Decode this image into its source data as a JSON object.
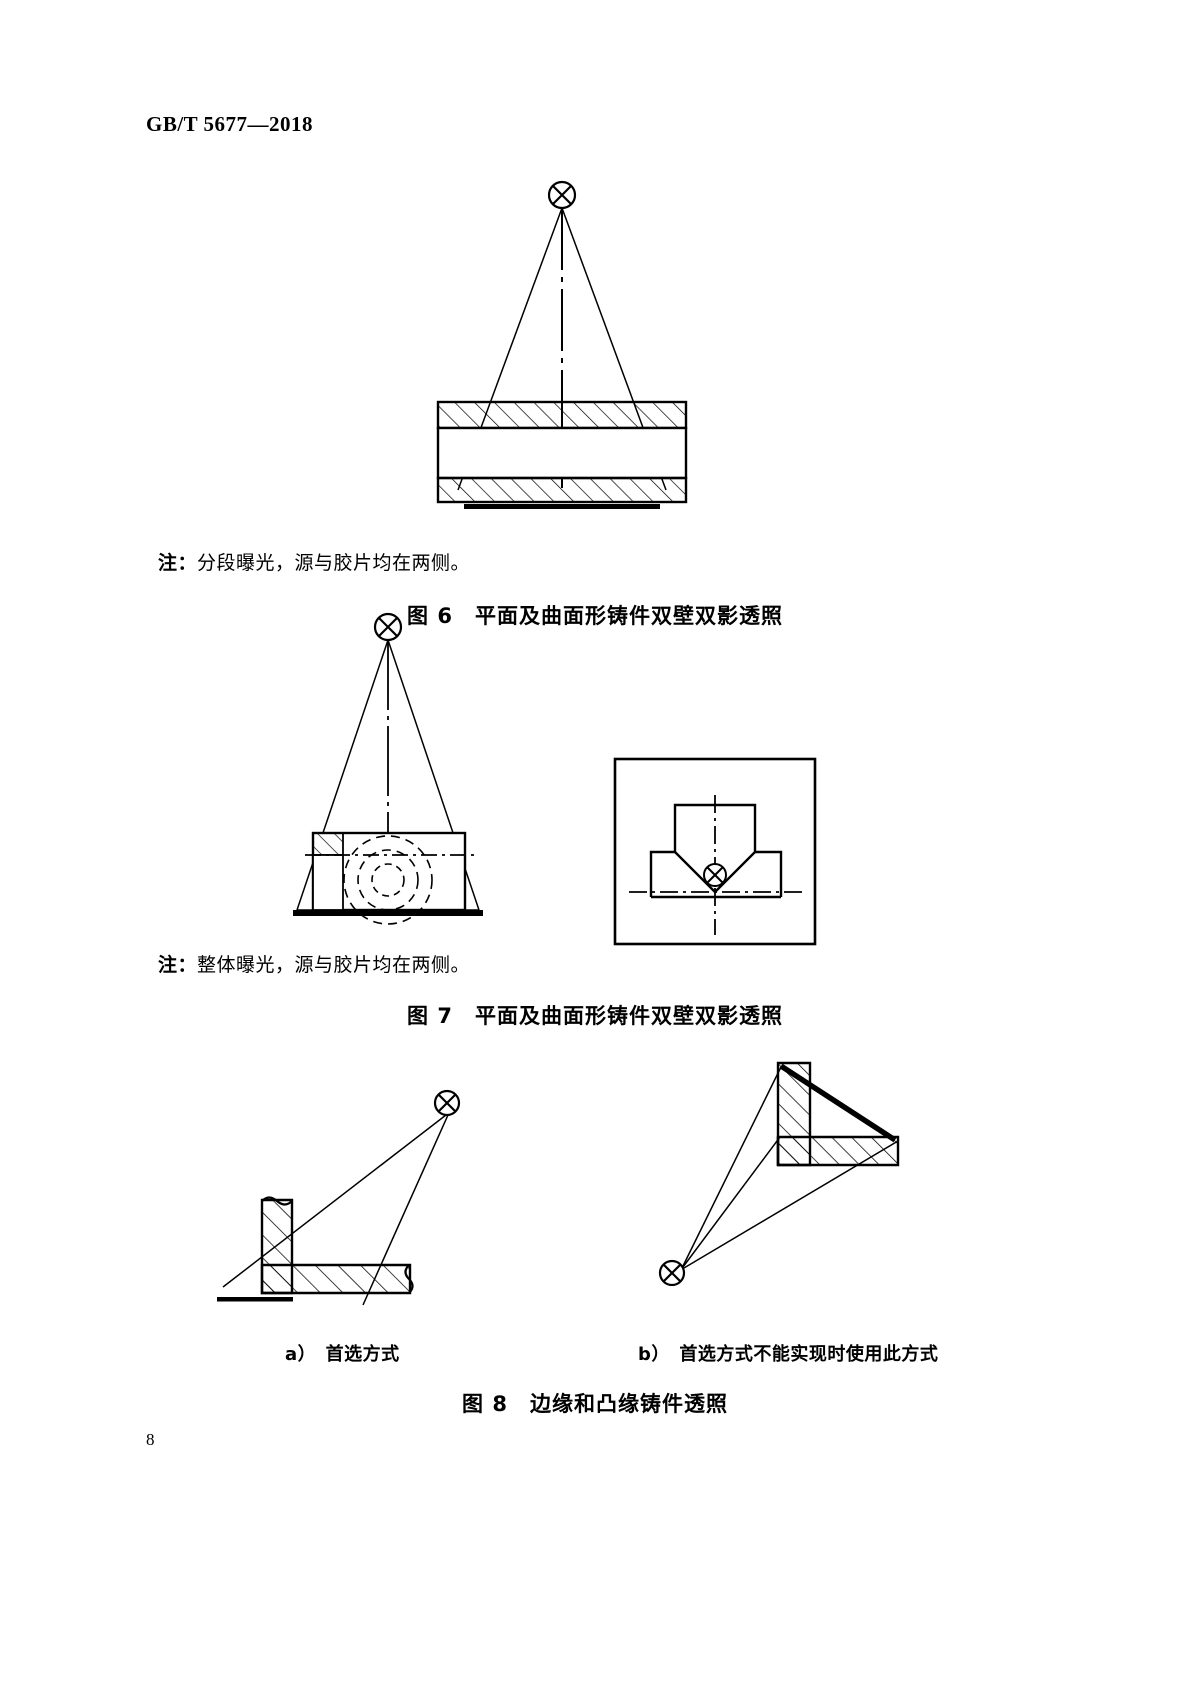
{
  "document": {
    "standard_header": "GB/T 5677—2018",
    "page_number": "8"
  },
  "figures": [
    {
      "id": "figure-6",
      "note": {
        "label": "注：",
        "text": "分段曝光，源与胶片均在两侧。"
      },
      "caption": "图 6　平面及曲面形铸件双壁双影透照",
      "elements": {
        "source_symbol": "radiation-source-cross-circle",
        "object": "pipe-wall-double-wall-section",
        "film": "film-strip-bottom",
        "centerline": "dash-dot-centerline"
      }
    },
    {
      "id": "figure-7",
      "note": {
        "label": "注：",
        "text": "整体曝光，源与胶片均在两侧。"
      },
      "caption": "图 7　平面及曲面形铸件双壁双影透照",
      "elements": {
        "source_symbol": "radiation-source-cross-circle",
        "object": "cylindrical-casting-section",
        "film": "film-strip-bottom",
        "plan_view": "tee-joint-plan-view-box"
      }
    },
    {
      "id": "figure-8",
      "caption": "图 8　边缘和凸缘铸件透照",
      "subcaptions": {
        "a": "a）　首选方式",
        "b": "b）　首选方式不能实现时使用此方式"
      },
      "elements": {
        "source_symbol": "radiation-source-cross-circle",
        "object_a": "corner-casting-L-section",
        "object_b": "flange-casting-L-section",
        "film_a": "film-strip-under-corner",
        "film_b": "film-strip-diagonal"
      }
    }
  ],
  "colors": {
    "ink": "#000000",
    "paper": "#ffffff",
    "hatch": "#000000"
  }
}
